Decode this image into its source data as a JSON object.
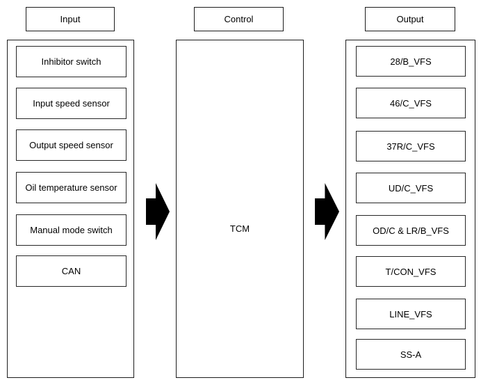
{
  "diagram": {
    "type": "block-diagram",
    "subject": "TCM input/output signal diagram",
    "columns": {
      "input": {
        "title": "Input",
        "items": [
          "Inhibitor switch",
          "Input speed sensor",
          "Output speed sensor",
          "Oil temperature sensor",
          "Manual mode switch",
          "CAN"
        ]
      },
      "control": {
        "title": "Control",
        "label": "TCM"
      },
      "output": {
        "title": "Output",
        "items": [
          "28/B_VFS",
          "46/C_VFS",
          "37R/C_VFS",
          "UD/C_VFS",
          "OD/C & LR/B_VFS",
          "T/CON_VFS",
          "LINE_VFS",
          "SS-A"
        ]
      }
    },
    "arrows": [
      {
        "name": "input-to-control",
        "direction": "right"
      },
      {
        "name": "control-to-output",
        "direction": "right"
      }
    ],
    "colors": {
      "background": "#ffffff",
      "line": "#1c1c1c",
      "arrow": "#000000",
      "text": "#000000"
    }
  }
}
